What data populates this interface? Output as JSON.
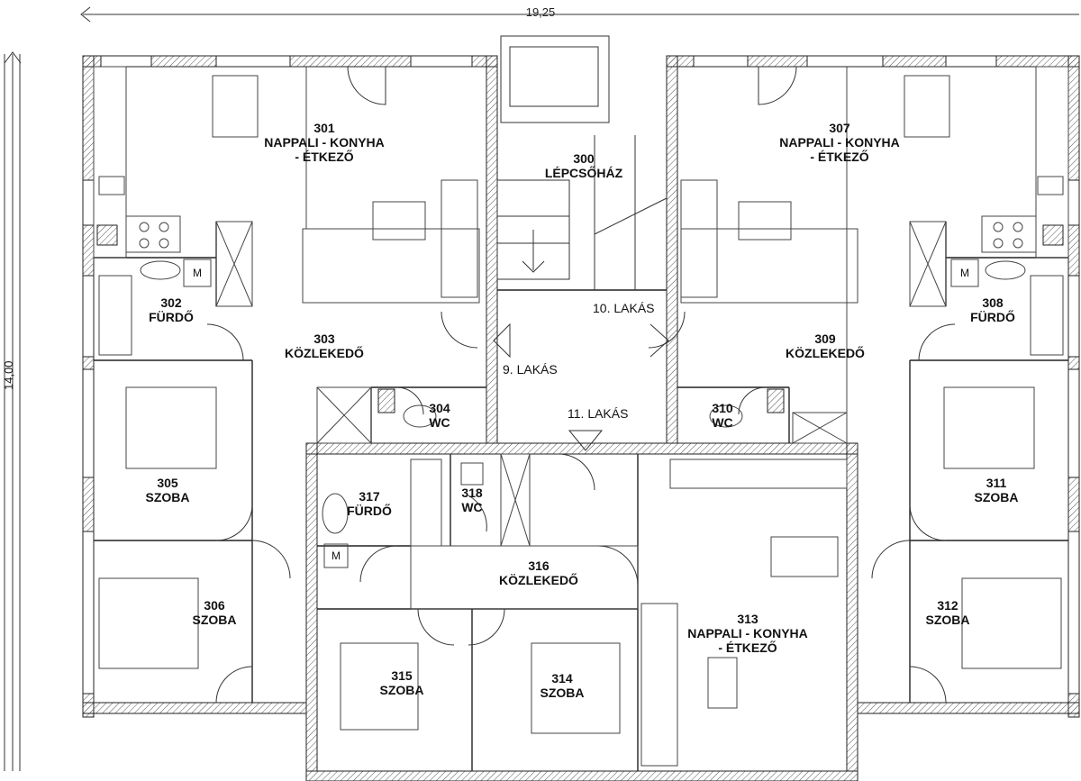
{
  "dimensions": {
    "width": "19,25",
    "height": "14,00"
  },
  "rooms": [
    {
      "id": "r301",
      "lines": [
        "301",
        "NAPPALI - KONYHA",
        "- ÉTKEZŐ"
      ]
    },
    {
      "id": "r300",
      "lines": [
        "300",
        "LÉPCSŐHÁZ"
      ]
    },
    {
      "id": "r307",
      "lines": [
        "307",
        "NAPPALI - KONYHA",
        "- ÉTKEZŐ"
      ]
    },
    {
      "id": "r302",
      "lines": [
        "302",
        "FÜRDŐ"
      ]
    },
    {
      "id": "r303",
      "lines": [
        "303",
        "KÖZLEKEDŐ"
      ]
    },
    {
      "id": "r309",
      "lines": [
        "309",
        "KÖZLEKEDŐ"
      ]
    },
    {
      "id": "r308",
      "lines": [
        "308",
        "FÜRDŐ"
      ]
    },
    {
      "id": "r304",
      "lines": [
        "304",
        "WC"
      ]
    },
    {
      "id": "r310",
      "lines": [
        "310",
        "WC"
      ]
    },
    {
      "id": "r305",
      "lines": [
        "305",
        "SZOBA"
      ]
    },
    {
      "id": "r311",
      "lines": [
        "311",
        "SZOBA"
      ]
    },
    {
      "id": "r317",
      "lines": [
        "317",
        "FÜRDŐ"
      ]
    },
    {
      "id": "r318",
      "lines": [
        "318",
        "WC"
      ]
    },
    {
      "id": "r316",
      "lines": [
        "316",
        "KÖZLEKEDŐ"
      ]
    },
    {
      "id": "r306",
      "lines": [
        "306",
        "SZOBA"
      ]
    },
    {
      "id": "r312",
      "lines": [
        "312",
        "SZOBA"
      ]
    },
    {
      "id": "r313",
      "lines": [
        "313",
        "NAPPALI - KONYHA",
        "- ÉTKEZŐ"
      ]
    },
    {
      "id": "r315",
      "lines": [
        "315",
        "SZOBA"
      ]
    },
    {
      "id": "r314",
      "lines": [
        "314",
        "SZOBA"
      ]
    }
  ],
  "apartments": {
    "a10": "10. LAKÁS",
    "a9": "9. LAKÁS",
    "a11": "11. LAKÁS"
  },
  "meter_symbol": "M"
}
